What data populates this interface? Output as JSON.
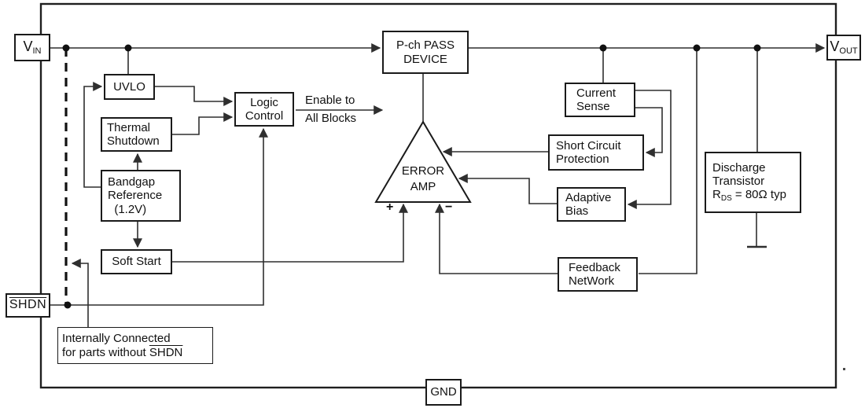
{
  "pins": {
    "vin": {
      "main": "V",
      "sub": "IN"
    },
    "vout": {
      "main": "V",
      "sub": "OUT"
    },
    "shdn": {
      "label": "SHDN"
    },
    "gnd": {
      "label": "GND"
    }
  },
  "blocks": {
    "uvlo": {
      "label": "UVLO"
    },
    "thermal_shutdown": {
      "label": "Thermal\nShutdown"
    },
    "bandgap": {
      "label": "Bandgap\nReference\n  (1.2V)"
    },
    "soft_start": {
      "label": "Soft Start"
    },
    "logic_control": {
      "label": "Logic\nControl"
    },
    "pass_device": {
      "label": "P-ch PASS\nDEVICE"
    },
    "current_sense": {
      "label": "Current\nSense"
    },
    "short_circuit": {
      "label": "Short Circuit\nProtection"
    },
    "adaptive_bias": {
      "label": "Adaptive\nBias"
    },
    "feedback_network": {
      "label": "Feedback\nNetWork"
    },
    "discharge": {
      "name_lines": "Discharge\nTransistor",
      "r": "R",
      "r_sub": "DS",
      "r_rest": " = 80Ω typ"
    }
  },
  "error_amp": {
    "label": "ERROR\nAMP",
    "plus": "+",
    "minus": "−"
  },
  "annotations": {
    "enable": {
      "line1": "Enable to",
      "line2": "All Blocks"
    },
    "note": {
      "line1": "Internally Connected",
      "line2_prefix": "for parts without ",
      "line2_shdn": "SHDN"
    }
  },
  "colors": {
    "wire": "#2f2f2f",
    "border": "#1a1a1a",
    "text": "#111111",
    "background": "#ffffff"
  }
}
